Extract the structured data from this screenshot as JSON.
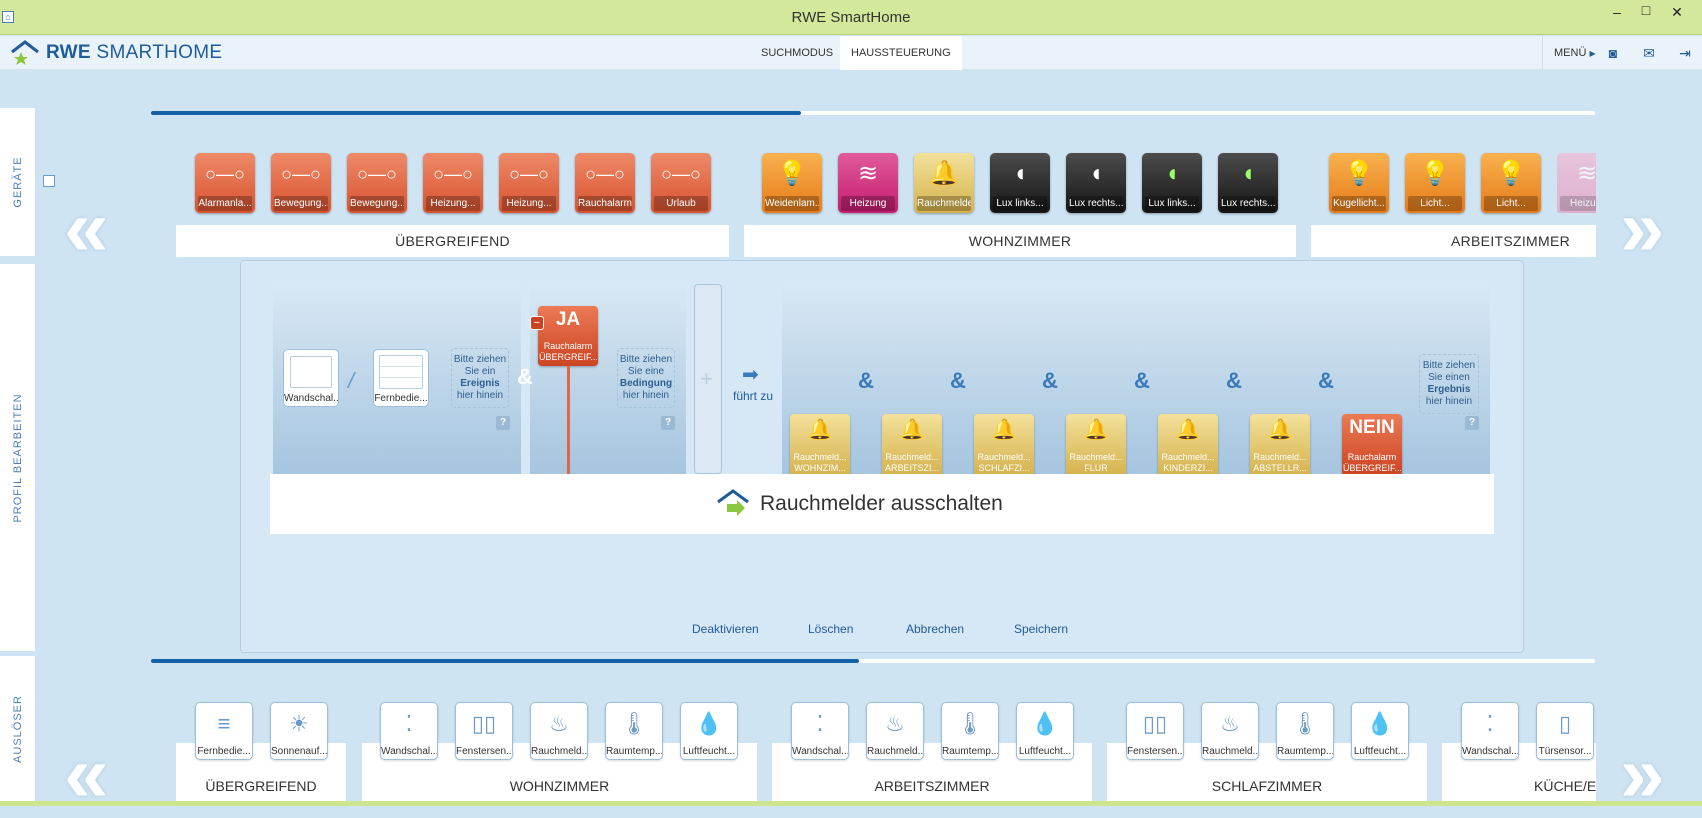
{
  "window": {
    "title": "RWE SmartHome",
    "minimize": "–",
    "maximize": "□",
    "close": "✕",
    "app_icon": "home-icon"
  },
  "logo": {
    "brand": "RWE",
    "product": "SMARTHOME"
  },
  "nav": {
    "tabs": [
      {
        "label": "SUCHMODUS"
      },
      {
        "label": "HAUSSTEUERUNG",
        "active": true
      }
    ],
    "menu": "MENÜ"
  },
  "sidebar": {
    "geraete": "GERÄTE",
    "profil": "PROFIL BEARBEITEN",
    "ausloeser": "AUSLÖSER"
  },
  "devices": {
    "sections": [
      "ÜBERGREIFEND",
      "WOHNZIMMER",
      "ARBEITSZIMMER"
    ],
    "items": [
      {
        "label": "Alarmanla...",
        "type": "orange",
        "icon": "toggle-icon"
      },
      {
        "label": "Bewegung...",
        "type": "orange",
        "icon": "toggle-icon"
      },
      {
        "label": "Bewegung...",
        "type": "orange",
        "icon": "toggle-icon"
      },
      {
        "label": "Heizung...",
        "type": "orange",
        "icon": "toggle-icon"
      },
      {
        "label": "Heizung...",
        "type": "orange",
        "icon": "toggle-icon"
      },
      {
        "label": "Rauchalarm",
        "type": "orange",
        "icon": "toggle-icon"
      },
      {
        "label": "Urlaub",
        "type": "orange",
        "icon": "toggle-icon"
      },
      {
        "label": "Weidenlam...",
        "type": "light",
        "icon": "bulb-icon"
      },
      {
        "label": "Heizung",
        "type": "pink",
        "icon": "heat-icon"
      },
      {
        "label": "Rauchmelder",
        "type": "gold",
        "icon": "bell-icon"
      },
      {
        "label": "Lux links...",
        "type": "black",
        "icon": "lamp-icon"
      },
      {
        "label": "Lux rechts...",
        "type": "black",
        "icon": "lamp-icon"
      },
      {
        "label": "Lux links...",
        "type": "black",
        "icon": "color-lamp-icon"
      },
      {
        "label": "Lux rechts...",
        "type": "black",
        "icon": "color-lamp-icon"
      },
      {
        "label": "Kugellicht...",
        "type": "light",
        "icon": "bulb-icon"
      },
      {
        "label": "Licht...",
        "type": "light",
        "icon": "bulb-icon"
      },
      {
        "label": "Licht...",
        "type": "light",
        "icon": "bulb-icon"
      },
      {
        "label": "Heizu...",
        "type": "fade",
        "icon": "heat-icon"
      }
    ]
  },
  "profile": {
    "triggers": [
      {
        "label": "Wandschal..."
      },
      {
        "label": "Fernbedie..."
      }
    ],
    "separator": "/",
    "event_drop": {
      "line1": "Bitte ziehen",
      "line2": "Sie ein",
      "bold": "Ereignis",
      "line4": "hier hinein"
    },
    "condition": {
      "badge": "JA",
      "label1": "Rauchalarm",
      "label2": "ÜBERGREIF...",
      "minus": "−"
    },
    "condition_drop": {
      "line1": "Bitte ziehen",
      "line2": "Sie eine",
      "bold": "Bedingung",
      "line4": "hier hinein"
    },
    "help": "?",
    "plus": "+",
    "leads_to": "führt zu",
    "and": "&",
    "results": [
      {
        "label1": "Rauchmeld...",
        "label2": "WOHNZIM..."
      },
      {
        "label1": "Rauchmeld...",
        "label2": "ARBEITSZI..."
      },
      {
        "label1": "Rauchmeld...",
        "label2": "SCHLAFZI..."
      },
      {
        "label1": "Rauchmeld...",
        "label2": "FLUR"
      },
      {
        "label1": "Rauchmeld...",
        "label2": "KINDERZI..."
      },
      {
        "label1": "Rauchmeld...",
        "label2": "ABSTELLR..."
      }
    ],
    "no_result": {
      "badge": "NEIN",
      "label1": "Rauchalarm",
      "label2": "ÜBERGREIF..."
    },
    "result_drop": {
      "line1": "Bitte ziehen",
      "line2": "Sie einen",
      "bold": "Ergebnis",
      "line4": "hier hinein"
    },
    "name": "Rauchmelder ausschalten",
    "actions": [
      "Deaktivieren",
      "Löschen",
      "Abbrechen",
      "Speichern"
    ]
  },
  "progress": {
    "top": 0.45,
    "bottom": 0.49
  },
  "triggers_bar": {
    "sections": [
      "ÜBERGREIFEND",
      "WOHNZIMMER",
      "ARBEITSZIMMER",
      "SCHLAFZIMMER",
      "KÜCHE/E"
    ],
    "items": [
      {
        "label": "Fernbedie...",
        "icon": "remote-icon"
      },
      {
        "label": "Sonnenauf...",
        "icon": "sunrise-icon"
      },
      {
        "label": "Wandschal...",
        "icon": "switch-icon"
      },
      {
        "label": "Fenstersen...",
        "icon": "window-icon"
      },
      {
        "label": "Rauchmeld...",
        "icon": "smoke-icon"
      },
      {
        "label": "Raumtemp...",
        "icon": "thermometer-icon"
      },
      {
        "label": "Luftfeucht...",
        "icon": "humidity-icon"
      },
      {
        "label": "Wandschal...",
        "icon": "switch-icon"
      },
      {
        "label": "Rauchmeld...",
        "icon": "smoke-icon"
      },
      {
        "label": "Raumtemp...",
        "icon": "thermometer-icon"
      },
      {
        "label": "Luftfeucht...",
        "icon": "humidity-icon"
      },
      {
        "label": "Fenstersen...",
        "icon": "window-icon"
      },
      {
        "label": "Rauchmeld...",
        "icon": "smoke-icon"
      },
      {
        "label": "Raumtemp...",
        "icon": "thermometer-icon"
      },
      {
        "label": "Luftfeucht...",
        "icon": "humidity-icon"
      },
      {
        "label": "Wandschal...",
        "icon": "switch-icon"
      },
      {
        "label": "Türsensor...",
        "icon": "door-icon"
      }
    ]
  }
}
